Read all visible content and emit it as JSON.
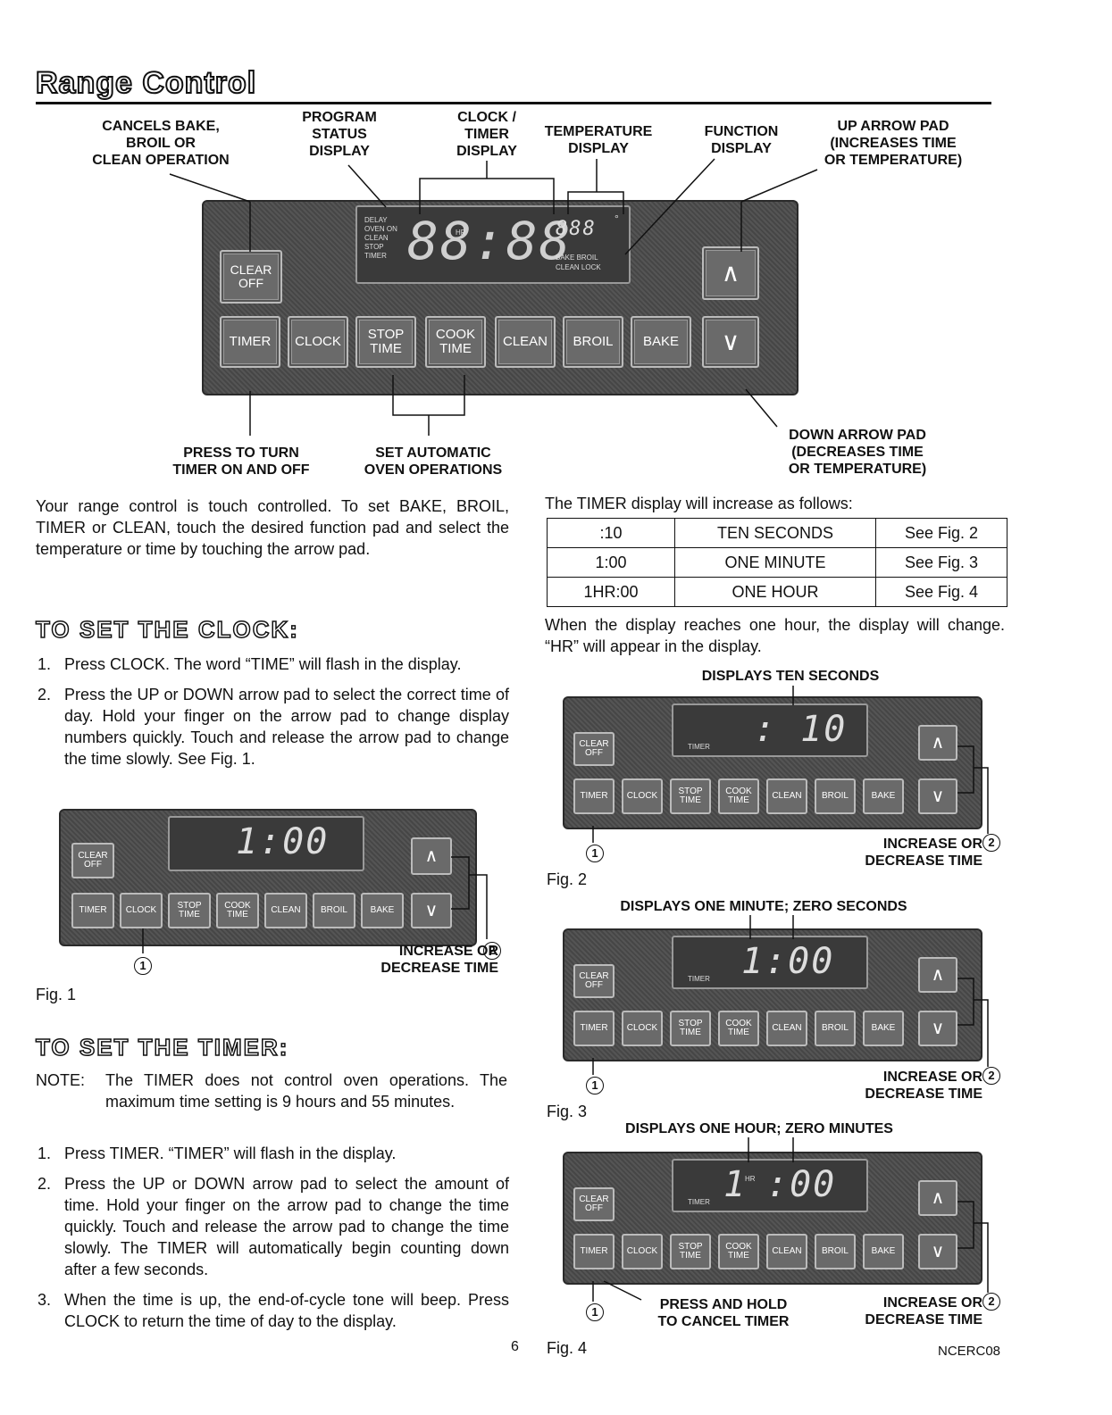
{
  "page": {
    "title": "Range Control",
    "page_number": "6",
    "doc_code": "NCERC08"
  },
  "callouts": {
    "cancels": "CANCELS BAKE,\nBROIL OR\nCLEAN OPERATION",
    "program_status": "PROGRAM\nSTATUS\nDISPLAY",
    "clock_timer": "CLOCK /\nTIMER\nDISPLAY",
    "temperature": "TEMPERATURE\nDISPLAY",
    "function": "FUNCTION\nDISPLAY",
    "up_arrow": "UP ARROW PAD\n(INCREASES TIME\nOR TEMPERATURE)",
    "timer_on_off": "PRESS TO TURN\nTIMER ON AND OFF",
    "set_automatic": "SET AUTOMATIC\nOVEN OPERATIONS",
    "down_arrow": "DOWN ARROW PAD\n(DECREASES TIME\nOR TEMPERATURE)"
  },
  "panel": {
    "buttons": {
      "clear_off": "CLEAR\nOFF",
      "timer": "TIMER",
      "clock": "CLOCK",
      "stop_time": "STOP\nTIME",
      "cook_time": "COOK\nTIME",
      "clean": "CLEAN",
      "broil": "BROIL",
      "bake": "BAKE",
      "up_symbol": "^",
      "down_symbol": "v"
    },
    "main_display": {
      "status_words": [
        "DELAY",
        "OVEN ON",
        "CLEAN",
        "STOP",
        "TIMER"
      ],
      "digits": "88:88",
      "hr": "HR",
      "temp_digits": "888",
      "degree": "°",
      "func_row1": "BAKE  BROIL",
      "func_row2": "CLEAN  LOCK"
    },
    "timer_word": "TIMER",
    "hr_word": "HR"
  },
  "intro": "Your range control is touch controlled. To set BAKE, BROIL, TIMER or CLEAN, touch the desired function pad and select the temperature or time by touching the arrow pad.",
  "clock_section": {
    "heading": "TO SET THE CLOCK:",
    "steps": [
      {
        "num": "1.",
        "text": "Press CLOCK. The word “TIME” will flash in the display."
      },
      {
        "num": "2.",
        "text": "Press the UP or DOWN arrow pad to select the correct time of day. Hold your finger on the arrow pad to change display numbers quickly. Touch and release the arrow pad to change the time slowly. See Fig. 1."
      }
    ]
  },
  "fig1": {
    "digits": "1:00",
    "label": "Fig. 1"
  },
  "marks": {
    "one": "1",
    "two": "2",
    "increase_decrease": "INCREASE OR\nDECREASE TIME",
    "press_hold": "PRESS AND HOLD\nTO CANCEL TIMER"
  },
  "timer_section": {
    "heading": "TO SET THE TIMER:",
    "note_label": "NOTE:",
    "note_text": "The TIMER does not control oven operations. The maximum time setting is 9 hours and 55 minutes.",
    "steps": [
      {
        "num": "1.",
        "text": "Press TIMER. “TIMER” will flash in the display."
      },
      {
        "num": "2.",
        "text": "Press the UP or DOWN arrow pad to select the amount of time. Hold your finger on the arrow pad to change the time quickly. Touch and release the arrow pad to change the time slowly. The TIMER will automatically begin counting down after a few seconds."
      },
      {
        "num": "3.",
        "text": "When the time is up, the end-of-cycle tone will beep. Press CLOCK to return the time of day to the display."
      }
    ]
  },
  "timer_table": {
    "intro": "The TIMER display will increase as follows:",
    "rows": [
      [
        ":10",
        "TEN SECONDS",
        "See Fig. 2"
      ],
      [
        "1:00",
        "ONE MINUTE",
        "See Fig. 3"
      ],
      [
        "1HR:00",
        "ONE HOUR",
        "See Fig. 4"
      ]
    ],
    "after": "When the display reaches one hour, the display will change. “HR” will appear in the display."
  },
  "fig2": {
    "caption": "DISPLAYS TEN SECONDS",
    "digits": ": 10",
    "label": "Fig. 2"
  },
  "fig3": {
    "caption": "DISPLAYS ONE MINUTE; ZERO SECONDS",
    "digits": "1:00",
    "label": "Fig. 3"
  },
  "fig4": {
    "caption": "DISPLAYS ONE HOUR; ZERO MINUTES",
    "digits_hour": "1",
    "digits_min": ":00",
    "label": "Fig. 4"
  }
}
